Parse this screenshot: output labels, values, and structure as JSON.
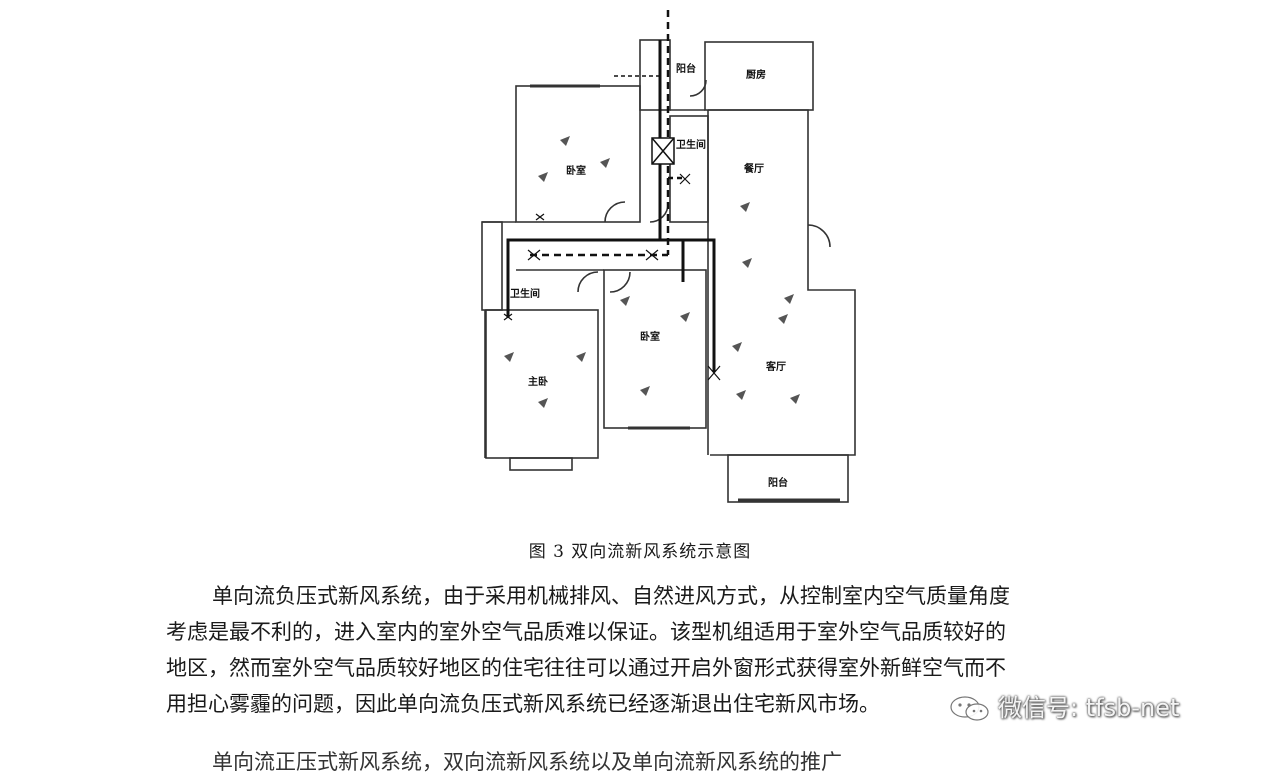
{
  "figure": {
    "labels": {
      "balcony_top": "阳台",
      "kitchen": "厨房",
      "bathroom_top": "卫生间",
      "bedroom_top": "卧室",
      "dining": "餐厅",
      "bathroom_left": "卫生间",
      "bedroom_mid": "卧室",
      "master": "主卧",
      "living": "客厅",
      "balcony_bottom": "阳台"
    },
    "caption": "图 3  双向流新风系统示意图"
  },
  "article": {
    "lines": [
      "单向流负压式新风系统，由于采用机械排风、自然进风方式，从控制室内空气质量角度",
      "考虑是最不利的，进入室内的室外空气品质难以保证。该型机组适用于室外空气品质较好的",
      "地区，然而室外空气品质较好地区的住宅往往可以通过开启外窗形式获得室外新鲜空气而不",
      "用担心雾霾的问题，因此单向流负压式新风系统已经逐渐退出住宅新风市场。"
    ],
    "partial_line": "单向流正压式新风系统，双向流新风系统以及单向流新风系统的推广"
  },
  "watermark": {
    "text": "微信号: tfsb-net",
    "icon": "wechat-icon"
  }
}
